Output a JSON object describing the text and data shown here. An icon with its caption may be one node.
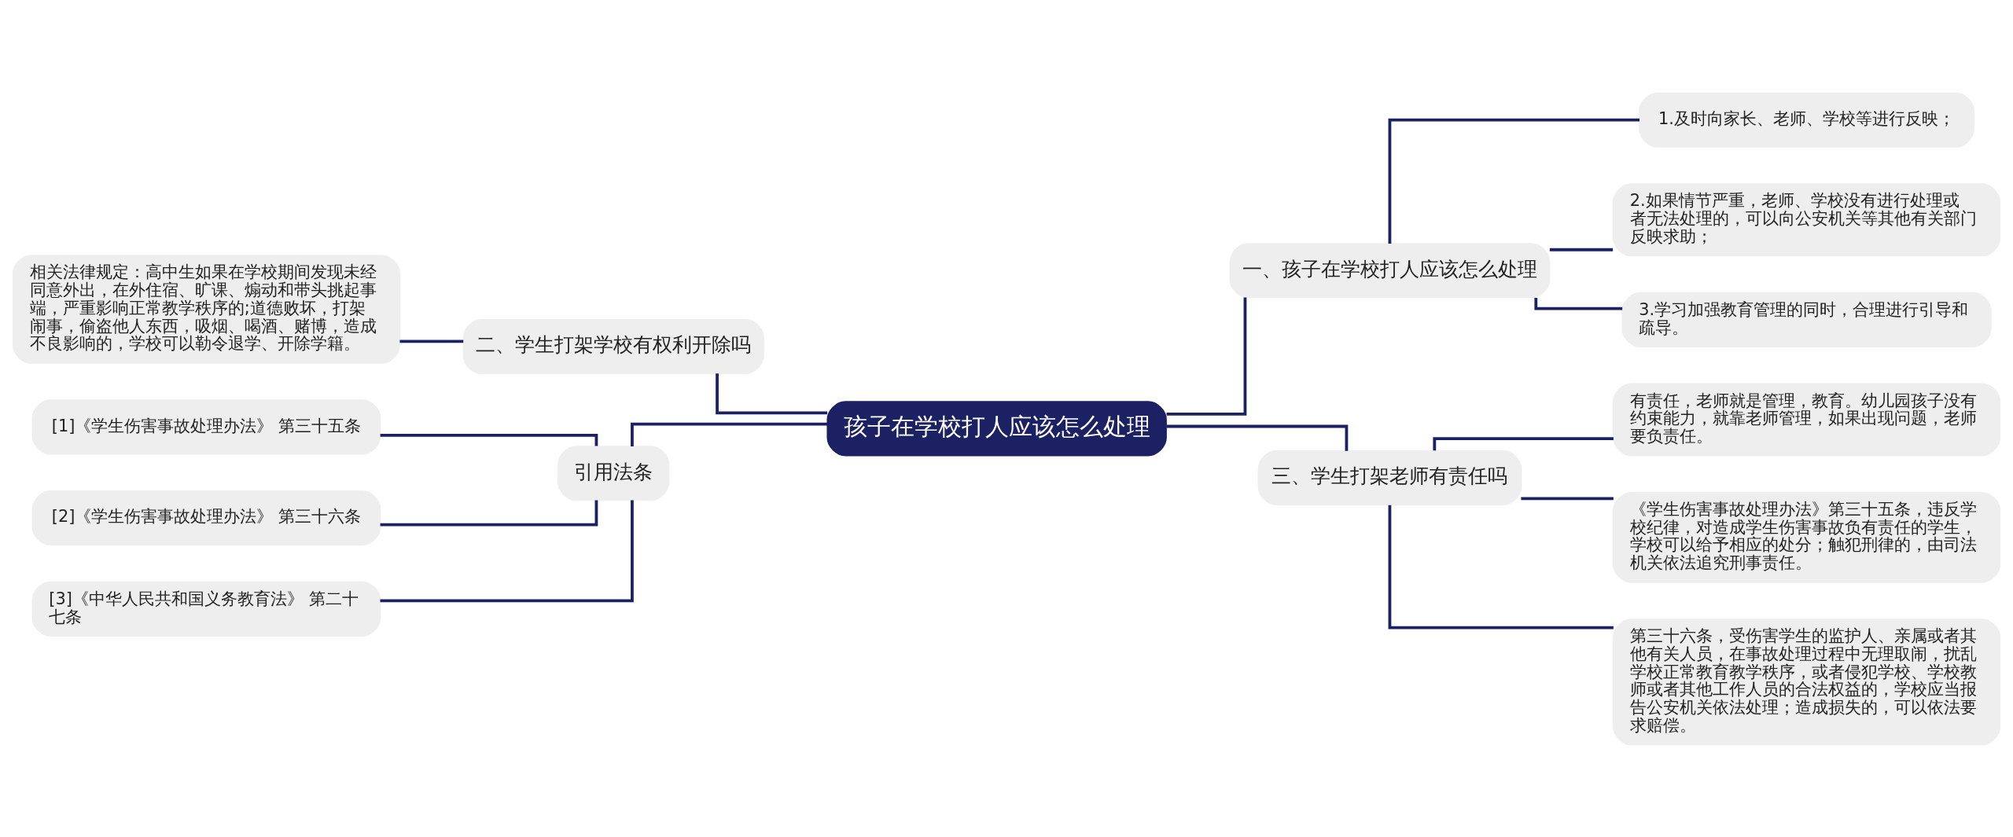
{
  "diagram": {
    "nodes": [
      {
        "text": [
          "孩子在学校打人应该怎么处理"
        ]
      },
      {
        "text": [
          "一、孩子在学校打人应该怎么处理"
        ]
      },
      {
        "text": [
          "1.及时向家长、老师、学校等进行反映；"
        ]
      },
      {
        "text": [
          "2.如果情节严重，老师、学校没有进行处理或者无法处理的，可以向公安机关等其他有关部门反映求助；"
        ]
      },
      {
        "text": [
          "3.学习加强教育管理的同时，合理进行引导和疏导。"
        ]
      },
      {
        "text": [
          "二、学生打架学校有权利开除吗"
        ]
      },
      {
        "text": [
          "相关法律规定：高中生如果在学校期间发现未经同意外出，在外住宿、旷课、煽动和带头挑起事端，严重影响正常教学秩序的;道德败坏，打架闹事，偷盗他人东西，吸烟、喝酒、赌博，造成不良影响的，学校可以勒令退学、开除学籍。"
        ]
      },
      {
        "text": [
          "三、学生打架老师有责任吗"
        ]
      },
      {
        "text": [
          "有责任，老师就是管理，教育。幼儿园孩子没有约束能力，就靠老师管理，如果出现问题，老师要负责任。"
        ]
      },
      {
        "text": [
          "《学生伤害事故处理办法》第三十五条，违反学校纪律，对造成学生伤害事故负有责任的学生，学校可以给予相应的处分；触犯刑律的，由司法机关依法追究刑事责任。"
        ]
      },
      {
        "text": [
          "第三十六条，受伤害学生的监护人、亲属或者其他有关人员，在事故处理过程中无理取闹，扰乱学校正常教育教学秩序，或者侵犯学校、学校教师或者其他工作人员的合法权益的，学校应当报告公安机关依法处理；造成损失的，可以依法要求赔偿。"
        ]
      },
      {
        "text": [
          "引用法条"
        ]
      },
      {
        "text": [
          "[1]《学生伤害事故处理办法》 第三十五条"
        ]
      },
      {
        "text": [
          "[2]《学生伤害事故处理办法》 第三十六条"
        ]
      },
      {
        "text": [
          "[3]《中华人民共和国义务教育法》 第二十七条"
        ]
      }
    ],
    "edges": [
      {
        "from": 0,
        "to": 1,
        "arrow": "none"
      },
      {
        "from": 1,
        "to": 2,
        "arrow": "none"
      },
      {
        "from": 1,
        "to": 3,
        "arrow": "none"
      },
      {
        "from": 1,
        "to": 4,
        "arrow": "none"
      },
      {
        "from": 0,
        "to": 5,
        "arrow": "none"
      },
      {
        "from": 5,
        "to": 6,
        "arrow": "none"
      },
      {
        "from": 0,
        "to": 7,
        "arrow": "none"
      },
      {
        "from": 7,
        "to": 8,
        "arrow": "none"
      },
      {
        "from": 7,
        "to": 9,
        "arrow": "none"
      },
      {
        "from": 7,
        "to": 10,
        "arrow": "none"
      },
      {
        "from": 0,
        "to": 11,
        "arrow": "none"
      },
      {
        "from": 11,
        "to": 12,
        "arrow": "none"
      },
      {
        "from": 11,
        "to": 13,
        "arrow": "none"
      },
      {
        "from": 11,
        "to": 14,
        "arrow": "none"
      }
    ]
  }
}
